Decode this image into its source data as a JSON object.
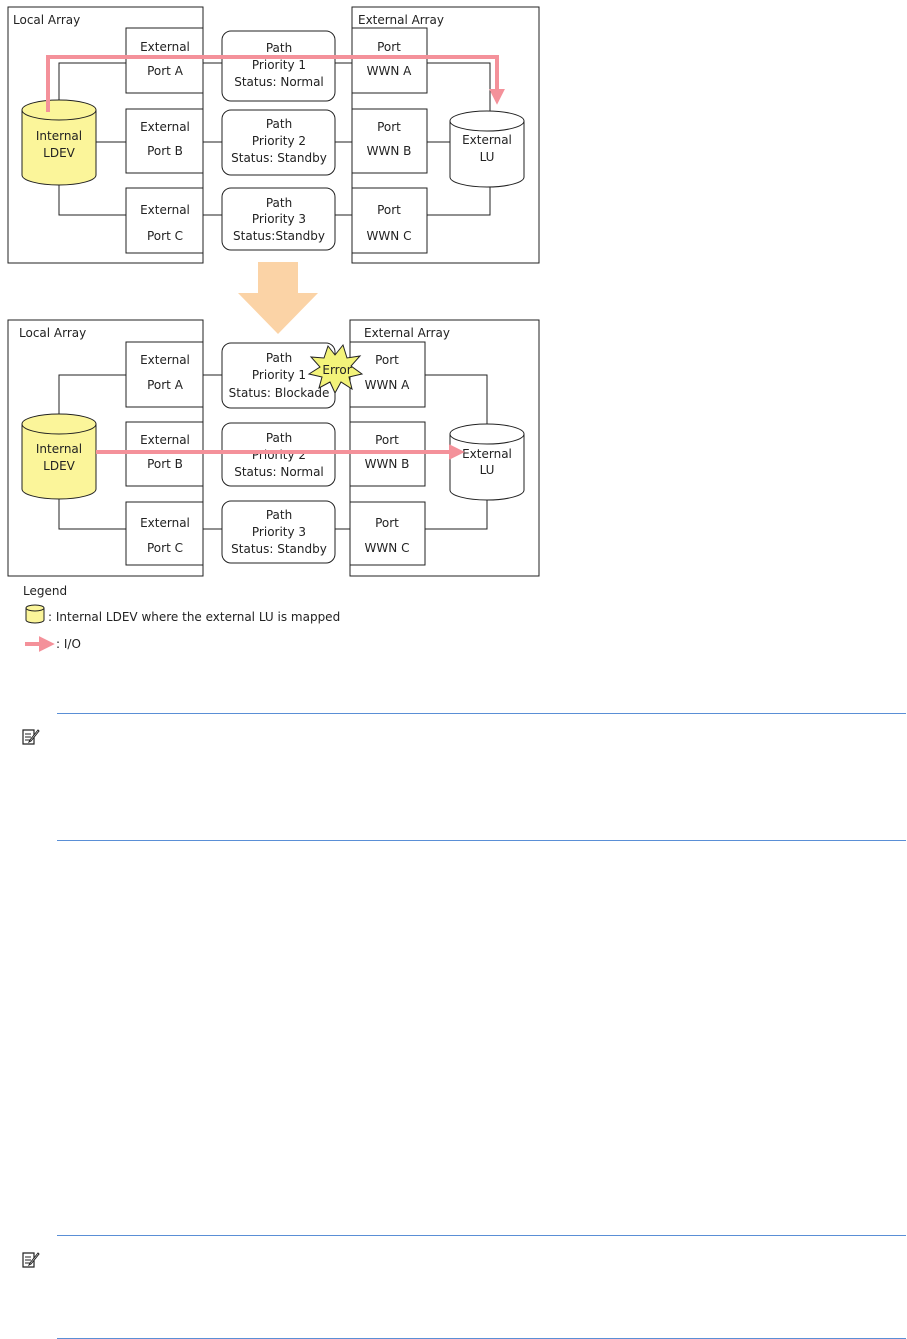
{
  "top": {
    "local_title": "Local Array",
    "external_title": "External Array",
    "internal_ldev": [
      "Internal",
      "LDEV"
    ],
    "external_lu": [
      "External",
      "LU"
    ],
    "ports": [
      [
        "External",
        "Port A"
      ],
      [
        "External",
        "Port B"
      ],
      [
        "External",
        "Port C"
      ]
    ],
    "wwns": [
      [
        "Port",
        "WWN A"
      ],
      [
        "Port",
        "WWN B"
      ],
      [
        "Port",
        "WWN C"
      ]
    ],
    "paths": [
      {
        "l1": "Path",
        "l2": "Priority 1",
        "prefix": "Status: ",
        "status": "Normal"
      },
      {
        "l1": "Path",
        "l2": "Priority 2",
        "prefix": "Status: ",
        "status": "Standby"
      },
      {
        "l1": "Path",
        "l2": "Priority 3",
        "prefix": "",
        "status": "Status:Standby"
      }
    ]
  },
  "bottom": {
    "local_title": "Local Array",
    "external_title": "External Array",
    "internal_ldev": [
      "Internal",
      "LDEV"
    ],
    "external_lu": [
      "External",
      "LU"
    ],
    "ports": [
      [
        "External",
        "Port A"
      ],
      [
        "External",
        "Port B"
      ],
      [
        "External",
        "Port C"
      ]
    ],
    "wwns": [
      [
        "Port",
        "WWN A"
      ],
      [
        "Port",
        "WWN B"
      ],
      [
        "Port",
        "WWN C"
      ]
    ],
    "paths": [
      {
        "l1": "Path",
        "l2": "Priority 1",
        "prefix": "Status: ",
        "status": "Blockade"
      },
      {
        "l1": "Path",
        "l2": "Priority 2",
        "prefix": "Status: ",
        "status": "Normal"
      },
      {
        "l1": "Path",
        "l2": "Priority 3",
        "prefix": "",
        "status": "Status: Standby"
      }
    ],
    "error_label": "Error"
  },
  "legend": {
    "title": "Legend",
    "ldev_desc": ": Internal LDEV where the external LU is mapped",
    "io_desc": ": I/O"
  },
  "colors": {
    "io_arrow": "#f4919a",
    "cylinder_fill": "#fbf59a",
    "down_arrow": "#fbd3a6",
    "error_burst": "#f3f37a",
    "status_red": "#e00000",
    "note_rule": "#5a8fd6"
  },
  "icons": [
    "note-icon"
  ]
}
